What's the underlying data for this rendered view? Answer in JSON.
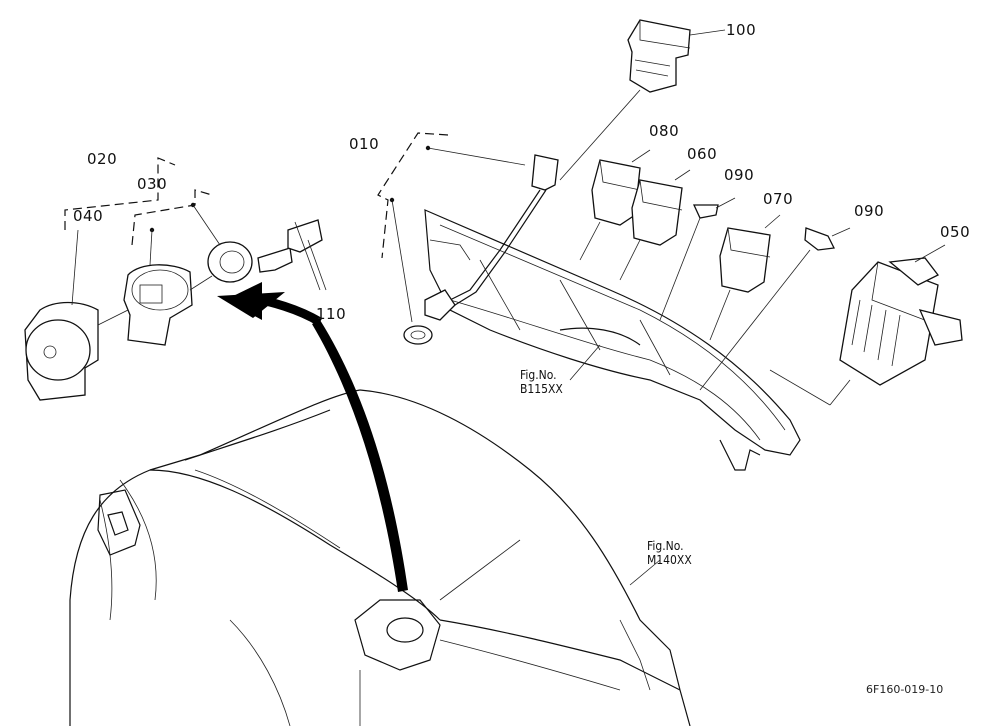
{
  "parts": [
    {
      "key": "p100",
      "number": "100"
    },
    {
      "key": "p080",
      "number": "080"
    },
    {
      "key": "p060",
      "number": "060"
    },
    {
      "key": "p090a",
      "number": "090"
    },
    {
      "key": "p070",
      "number": "070"
    },
    {
      "key": "p090b",
      "number": "090"
    },
    {
      "key": "p050",
      "number": "050"
    },
    {
      "key": "p010",
      "number": "010"
    },
    {
      "key": "p020",
      "number": "020"
    },
    {
      "key": "p030",
      "number": "030"
    },
    {
      "key": "p040",
      "number": "040"
    },
    {
      "key": "p110",
      "number": "110"
    }
  ],
  "figure_refs": {
    "b115": {
      "line1": "Fig.No.",
      "line2": "B115XX"
    },
    "m140": {
      "line1": "Fig.No.",
      "line2": "M140XX"
    }
  },
  "drawing_code": "6F160-019-10"
}
